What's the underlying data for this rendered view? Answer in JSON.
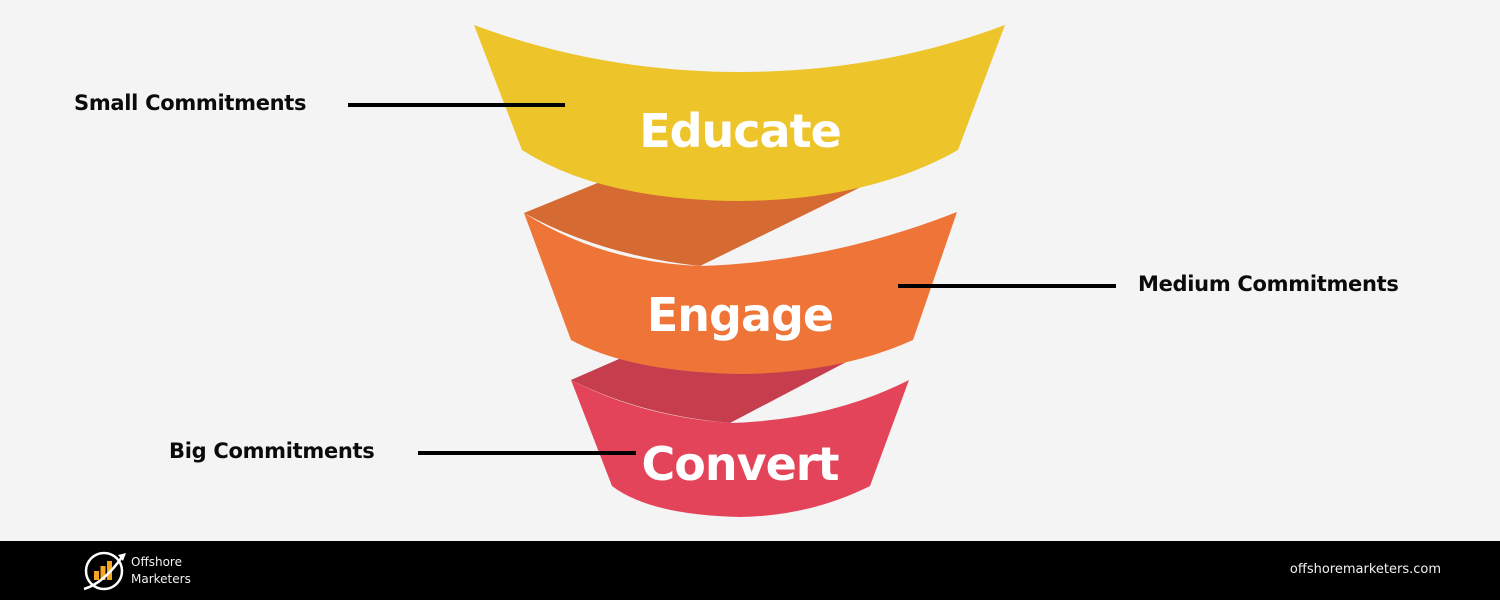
{
  "diagram": {
    "type": "funnel",
    "tiers": [
      {
        "label": "Educate",
        "commitment": "Small Commitments",
        "color": "#edc42a",
        "shade": "#d66a33"
      },
      {
        "label": "Engage",
        "commitment": "Medium Commitments",
        "color": "#ee7437",
        "shade": "#c63e4e"
      },
      {
        "label": "Convert",
        "commitment": "Big Commitments",
        "color": "#e4445a",
        "shade": "#c63e4e"
      }
    ],
    "background": "#f4f4f4",
    "line_color": "#000000"
  },
  "footer": {
    "brand_line1": "Offshore",
    "brand_line2": "Marketers",
    "url": "offshoremarketers.com",
    "logo_icon": "bar-chart-arrow-icon",
    "background": "#000000",
    "accent": "#f5a623"
  }
}
